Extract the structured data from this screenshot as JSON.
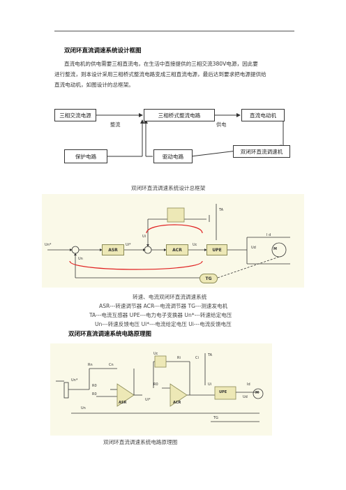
{
  "section1_title": "双闭环直流调速系统设计框图",
  "paragraph": [
    "直流电机的供电需要三相直流电，在生活中直接提供的三相交流380V电源，因此要",
    "进行整流，则本设计采用三相桥式整流电路变成三相直流电源，最后达到要求把电源提供给",
    "直流电动机，如图设计的总框架。"
  ],
  "block_diagram": {
    "source": "三相交流电源",
    "rectifier": "三相桥式整流电路",
    "motor": "直流电动机",
    "rectify_label": "整流",
    "supply_label": "供电",
    "protection": "保护电路",
    "driver": "驱动电路",
    "controller": "双闭环直流调速机"
  },
  "caption1": "双闭环直流调速系统设计总框架",
  "fig2": {
    "asr": "ASR",
    "acr": "ACR",
    "upe": "UPE",
    "tg": "TG",
    "ta": "TA",
    "motor": "M",
    "un_star": "Un*",
    "ui_star": "Ui*",
    "ui": "Ui",
    "uc": "Uc",
    "ud": "Ud",
    "id": "I d",
    "un": "Un"
  },
  "caption2": [
    "转速、电流双闭环直流调速系统",
    "ASR---转速调节器  ACR---电流调节器  TG---测速发电机",
    "TA---电流互感器      UPE---电力电子变换器  Un*---转速给定电压",
    "Un---转速反馈电压 Ui*---电流给定电压 Ui---电流反馈电压"
  ],
  "section2_title": "双闭环直流调速系统电路原理图",
  "fig3": {
    "rn": "Rn",
    "cn": "Cn",
    "ri": "Ri",
    "ci": "Ci",
    "r0a": "R0",
    "r0b": "R0",
    "r0c": "R0",
    "asr": "ASR",
    "acr": "ACR",
    "upe": "UPE",
    "un_star": "Un*",
    "ui_star": "Ui*",
    "ui": "Ui",
    "un": "Un",
    "uc": "Uc",
    "ud": "Ud",
    "id": "Id",
    "tg": "TG",
    "ta": "TA",
    "motor": "M"
  },
  "caption3": "双闭环直流调速系统电路原理图"
}
